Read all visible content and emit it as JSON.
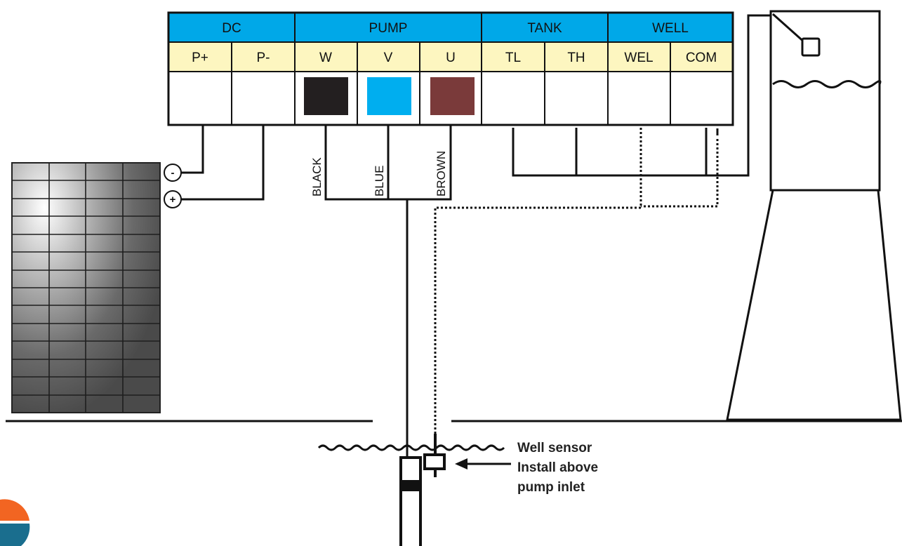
{
  "colors": {
    "group_header": "#00a8e8",
    "terminal_row": "#fdf6c0",
    "swatch_black": "#231f20",
    "swatch_blue": "#00aeef",
    "swatch_brown": "#7a3a3a",
    "logo_orange": "#f26522",
    "logo_blue": "#1a6e8e"
  },
  "groups": [
    {
      "id": "dc",
      "label": "DC"
    },
    {
      "id": "pump",
      "label": "PUMP"
    },
    {
      "id": "tank",
      "label": "TANK"
    },
    {
      "id": "well",
      "label": "WELL"
    }
  ],
  "terminals": [
    {
      "id": "p-plus",
      "label": "P+"
    },
    {
      "id": "p-minus",
      "label": "P-"
    },
    {
      "id": "w",
      "label": "W"
    },
    {
      "id": "v",
      "label": "V"
    },
    {
      "id": "u",
      "label": "U"
    },
    {
      "id": "tl",
      "label": "TL"
    },
    {
      "id": "th",
      "label": "TH"
    },
    {
      "id": "wel",
      "label": "WEL"
    },
    {
      "id": "com",
      "label": "COM"
    }
  ],
  "wires": {
    "black": "BLACK",
    "blue": "BLUE",
    "brown": "BROWN"
  },
  "panel": {
    "minus": "-",
    "plus": "+"
  },
  "sensor": {
    "line1": "Well sensor",
    "line2": "Install above",
    "line3": "pump inlet"
  },
  "icons": {
    "panel": "solar-panel-icon",
    "tank": "water-tank-icon",
    "float": "float-switch-icon",
    "pump": "submersible-pump-icon",
    "logo": "logo-icon"
  }
}
